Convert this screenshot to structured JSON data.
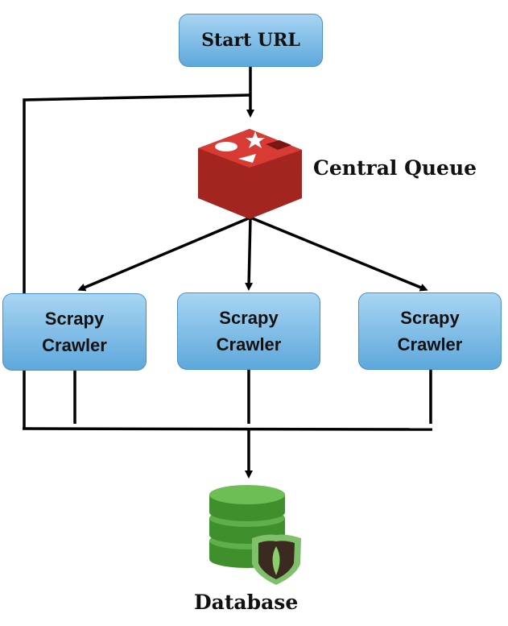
{
  "nodes": {
    "start": {
      "label": "Start URL"
    },
    "queue": {
      "label": "Central Queue",
      "icon": "redis-icon",
      "color": "#c9302c"
    },
    "crawlers": [
      {
        "line1": "Scrapy",
        "line2": "Crawler"
      },
      {
        "line1": "Scrapy",
        "line2": "Crawler"
      },
      {
        "line1": "Scrapy",
        "line2": "Crawler"
      }
    ],
    "database": {
      "label": "Database",
      "icon": "mongodb-database-icon",
      "color": "#3f8f2c"
    }
  },
  "edges": [
    {
      "from": "start",
      "to": "queue"
    },
    {
      "from": "queue",
      "to": "crawler-1"
    },
    {
      "from": "queue",
      "to": "crawler-2"
    },
    {
      "from": "queue",
      "to": "crawler-3"
    },
    {
      "from": "crawler-1",
      "to": "queue"
    },
    {
      "from": "crawlers",
      "to": "database"
    }
  ]
}
